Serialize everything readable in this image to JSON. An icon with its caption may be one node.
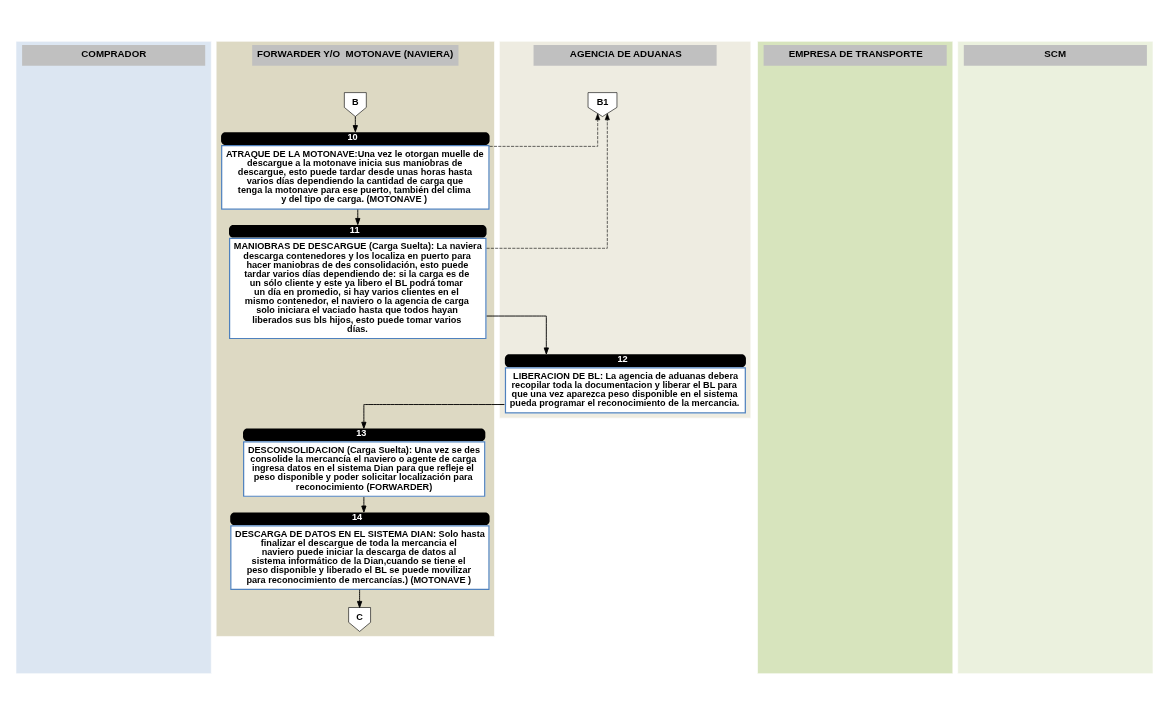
{
  "diagram": {
    "nodes": [
      {
        "text": [
          "COMPRADOR"
        ]
      },
      {
        "text": [
          "FORWARDER Y/O  MOTONAVE (NAVIERA)"
        ]
      },
      {
        "text": [
          "AGENCIA DE ADUANAS"
        ]
      },
      {
        "text": [
          "EMPRESA DE TRANSPORTE"
        ]
      },
      {
        "text": [
          "SCM"
        ]
      },
      {
        "text": [
          "B"
        ],
        "in": 1
      },
      {
        "text": [
          "B1"
        ],
        "in": 2
      },
      {
        "text": [
          "ATRAQUE DE LA MOTONAVE:Una vez le otorgan muelle de descargue a la motonave inicia sus maniobras de descargue, esto puede tardar desde unas horas hasta varios días dependiendo la cantidad de carga que tenga la motonave para ese puerto, también del clima y del tipo de carga. (MOTONAVE )"
        ],
        "beside": [
          "10"
        ],
        "in": 1
      },
      {
        "text": [
          "MANIOBRAS DE DESCARGUE (Carga Suelta): La naviera descarga contenedores y los localiza en puerto para hacer maniobras de des consolidación, esto puede tardar varios días dependiendo de: si la carga es de un sólo cliente y este ya libero el BL podrá tomar un día en promedio, si hay varios clientes en el mismo contenedor, el naviero o la agencia de carga solo iniciara el vaciado hasta que todos hayan liberados sus bls hijos, esto puede tomar varios días."
        ],
        "beside": [
          "11"
        ],
        "in": 1
      },
      {
        "text": [
          "LIBERACION DE BL: La agencia de aduanas debera recopilar toda la documentacion y liberar el BL para que una vez aparezca peso disponible en el sistema pueda programar el reconocimiento de la mercancia."
        ],
        "beside": [
          "12"
        ],
        "in": 2
      },
      {
        "text": [
          "DESCONSOLIDACION (Carga Suelta): Una vez se des consolide la mercancía el naviero o agente de carga ingresa datos en el sistema Dian para que refleje el peso disponible y poder solicitar localización para reconocimiento (FORWARDER)"
        ],
        "beside": [
          "13"
        ],
        "in": 1
      },
      {
        "text": [
          "DESCARGA DE DATOS EN EL SISTEMA DIAN: Solo hasta finalizar el descargue de toda la mercancia el naviero puede iniciar la descarga de datos al sistema informático de la Dian,cuando se tiene el peso disponible y liberado el BL se puede movilizar para reconocimiento de mercancías.) (MOTONAVE )"
        ],
        "beside": [
          "14"
        ],
        "in": 1
      },
      {
        "text": [
          "C"
        ],
        "in": 1
      }
    ],
    "edges": [
      {
        "from": 5,
        "to": 7,
        "arrow": "to"
      },
      {
        "from": 7,
        "to": 8,
        "arrow": "to"
      },
      {
        "from": 7,
        "to": 6,
        "arrow": "to",
        "style": "dashed"
      },
      {
        "from": 8,
        "to": 6,
        "arrow": "to",
        "style": "dashed"
      },
      {
        "from": 8,
        "to": 9,
        "arrow": "to"
      },
      {
        "from": 9,
        "to": 10,
        "arrow": "to"
      },
      {
        "from": 10,
        "to": 11,
        "arrow": "to"
      },
      {
        "from": 11,
        "to": 12,
        "arrow": "to"
      }
    ]
  }
}
